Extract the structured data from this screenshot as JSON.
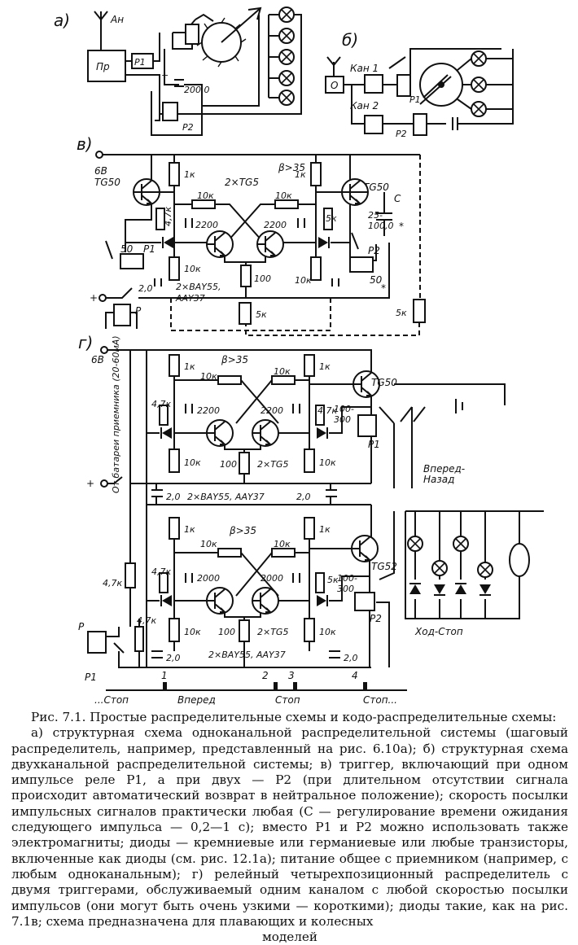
{
  "panels": {
    "a": "а)",
    "b": "б)",
    "v": "в)",
    "g": "г)"
  },
  "labels_a": {
    "antenna": "Ан",
    "receiver": "Пр",
    "relay1": "Р1",
    "relay2": "Р2",
    "cap": "200,0",
    "plus": "+"
  },
  "labels_b": {
    "receiver": "О",
    "ch1": "Кан 1",
    "ch2": "Кан 2",
    "relay1": "Р1",
    "relay2": "Р2"
  },
  "labels_v": {
    "voltage": "6В",
    "tr_left": "TG50",
    "tr_right": "TG50",
    "beta": "β>35",
    "pair": "2×TG5",
    "r1k_l": "1к",
    "r1k_r": "1к",
    "r10k_l": "10к",
    "r10k_r": "10к",
    "r47k": "4,7к",
    "c2200_l": "2200",
    "c2200_r": "2200",
    "r5k": "5к",
    "cap_c": "C",
    "cap_c_val": "25-\n100,0",
    "asterisk": "*",
    "relay1": "Р1",
    "relay1_val": "50",
    "relay2": "Р2",
    "relay2_val": "50",
    "r10k_bl": "10к",
    "r10k_br": "10к",
    "r100": "100",
    "diodes": "2×BAY55,",
    "diodes2": "AAY37",
    "cap20": "2,0",
    "r5k_mid": "5к",
    "r5k_ext": "5к",
    "relay_p": "Р",
    "plus": "+"
  },
  "labels_g": {
    "voltage": "6В",
    "battery_note": "От батареи приемника (20-60мА)",
    "beta1": "β>35",
    "beta2": "β>35",
    "r1k_l1": "1к",
    "r1k_r1": "1к",
    "r10k_l1": "10к",
    "r10k_r1": "10к",
    "r47k_l1": "4,7к",
    "r47k_r1": "4,7к",
    "c2200_l1": "2200",
    "c2200_r1": "2200",
    "tr1": "TG50",
    "relay1_val": "100-\n300",
    "relay1": "Р1",
    "r10k_bl1": "10к",
    "r100_1": "100",
    "pair1": "2×TG5",
    "r10k_br1": "10к",
    "cap_l1": "2,0",
    "diodes1": "2×BAY55, AAY37",
    "cap_r1": "2,0",
    "r1k_l2": "1к",
    "r1k_r2": "1к",
    "r10k_l2": "10к",
    "r10k_r2": "10к",
    "r47k_l2": "4,7к",
    "r5k_r2": "5к",
    "c2000_l2": "2000",
    "c2000_r2": "2000",
    "tr2": "TG52",
    "relay2_val": "100-\n300",
    "relay2": "Р2",
    "r10k_bl2": "10к",
    "r100_2": "100",
    "pair2": "2×TG5",
    "r10k_br2": "10к",
    "cap_l2": "2,0",
    "diodes2": "2×BAY55, AAY37",
    "cap_r2": "2,0",
    "r47k_side": "4,7к",
    "r47k_side2": "4,7к",
    "relay_p": "Р",
    "relay_p1": "Р1",
    "forward_back": "Вперед-\nНазад",
    "run_stop": "Ход-Стоп",
    "pulse_nums": [
      "1",
      "2",
      "3",
      "4"
    ],
    "states": [
      "...Стоп",
      "Вперед",
      "Стоп",
      "Стоп..."
    ],
    "plus": "+"
  },
  "caption": {
    "line1": "Рис. 7.1. Простые распределительные  схемы и кодо-распределительные  схемы:",
    "body": "а) структурная схема одноканальной распределительной системы (шаговый распределитель, например, представленный на рис. 6.10а); б) структурная схема двухканальной распределительной системы; в) триггер, включающий при одном импульсе реле Р1, а при двух — Р2 (при длительном отсутствии сигнала происходит автоматический возврат в нейтральное положение); скорость посылки импульсных сигналов практически любая (C — регулирование времени ожидания следующего импульса — 0,2—1 с); вместо Р1 и Р2 можно использовать также электромагниты; диоды — кремниевые или германиевые или любые транзисторы, включенные как диоды (см. рис. 12.1а); питание общее с приемником (например, с любым одноканальным); г) релейный четырехпозиционный распределитель с двумя триггерами, обслуживаемый одним каналом с любой скоростью посылки импульсов (они могут быть очень узкими — короткими); диоды такие, как на рис. 7.1в; схема предназначена для плавающих и колесных",
    "last": "моделей"
  }
}
